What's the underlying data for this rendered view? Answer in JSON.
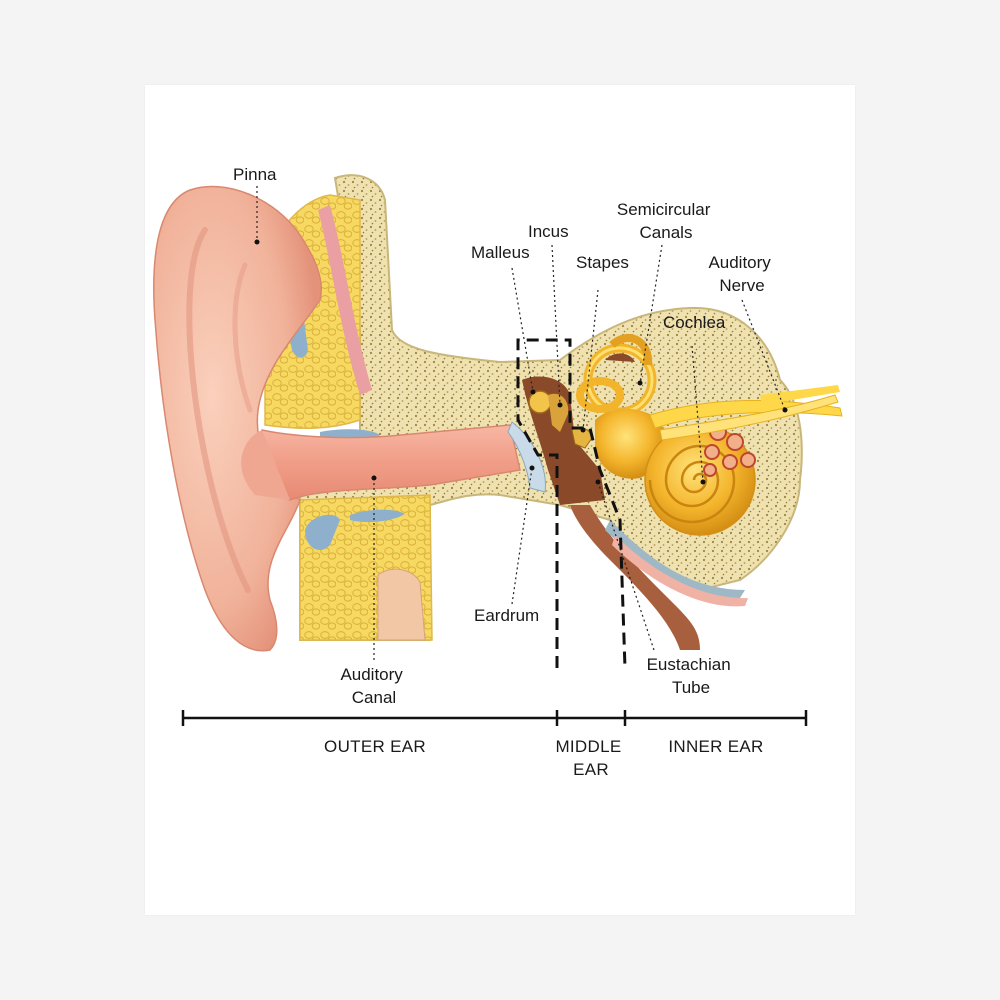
{
  "labels": {
    "pinna": "Pinna",
    "incus": "Incus",
    "malleus": "Malleus",
    "semicircular_canals": [
      "Semicircular",
      "Canals"
    ],
    "stapes": "Stapes",
    "auditory_nerve": [
      "Auditory",
      "Nerve"
    ],
    "cochlea": "Cochlea",
    "eardrum": "Eardrum",
    "auditory_canal": [
      "Auditory",
      "Canal"
    ],
    "eustachian_tube": [
      "Eustachian",
      "Tube"
    ]
  },
  "sections": {
    "outer_ear": "OUTER EAR",
    "middle_ear": [
      "MIDDLE",
      "EAR"
    ],
    "inner_ear": "INNER EAR"
  },
  "colors": {
    "skin": "#f3b8a0",
    "skin_dark": "#e8957c",
    "canal": "#efa392",
    "fat": "#f6d661",
    "bone": "#f1e4b8",
    "bone_speck": "#a08a45",
    "cochlea_gold": "#f2b42a",
    "ossicle_brown": "#8a4a2a",
    "cartilage_blue": "#8fb0cc",
    "eardrum_blue": "#c9dbe8",
    "nerve_yellow": "#ffd84a"
  }
}
